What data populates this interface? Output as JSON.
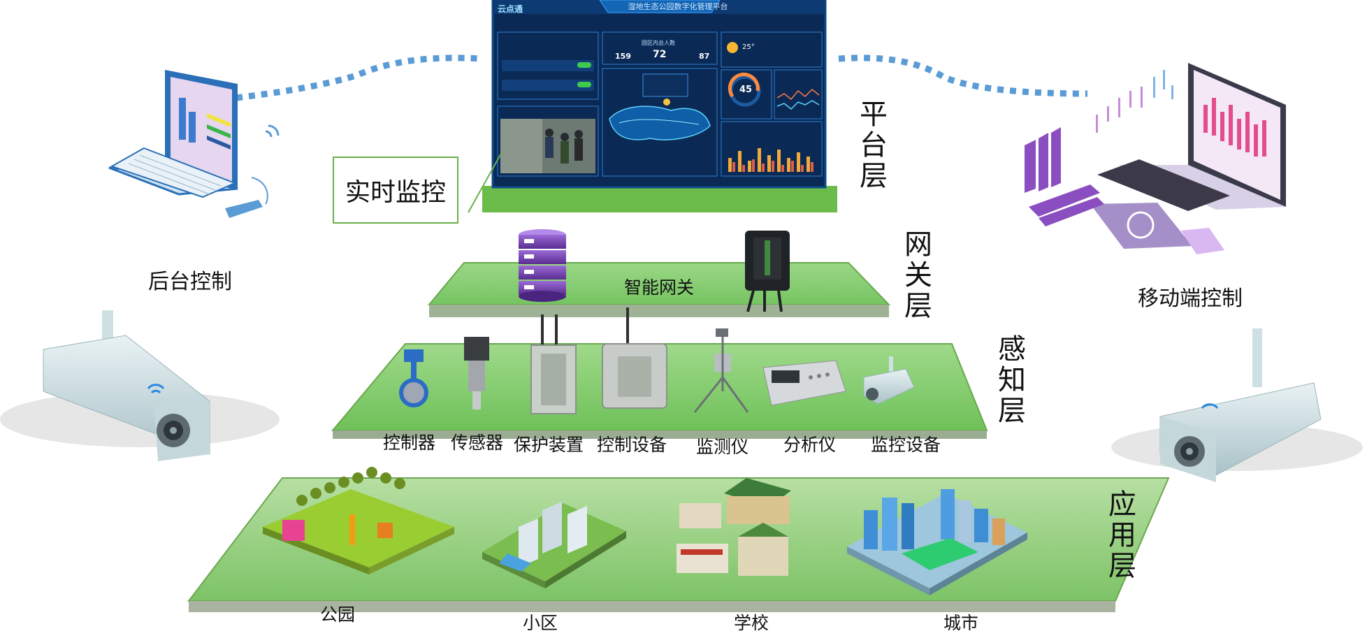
{
  "layers": {
    "platform": [
      "平",
      "台",
      "层"
    ],
    "gateway": [
      "网",
      "关",
      "层"
    ],
    "sensing": [
      "感",
      "知",
      "层"
    ],
    "application": [
      "应",
      "用",
      "层"
    ]
  },
  "callout": "实时监控",
  "left_control": "后台控制",
  "right_control": "移动端控制",
  "gateway_label": "智能网关",
  "devices": [
    "控制器",
    "传感器",
    "保护装置",
    "控制设备",
    "监测仪",
    "分析仪",
    "监控设备"
  ],
  "scenes": [
    "公园",
    "小区",
    "学校",
    "城市"
  ],
  "dashboard": {
    "brand": "云点通",
    "title": "湿地生态公园数字化管理平台",
    "metric_label": "园区内总人数",
    "metric_main": "72",
    "metric_left": "159",
    "metric_right": "87",
    "gauge": "45",
    "temp": "25°"
  },
  "colors": {
    "layer_green": "#8fd07a",
    "layer_edge": "#6aa84f",
    "dot_blue": "#5b9bd5",
    "dash_bg": "#0a2a55"
  }
}
